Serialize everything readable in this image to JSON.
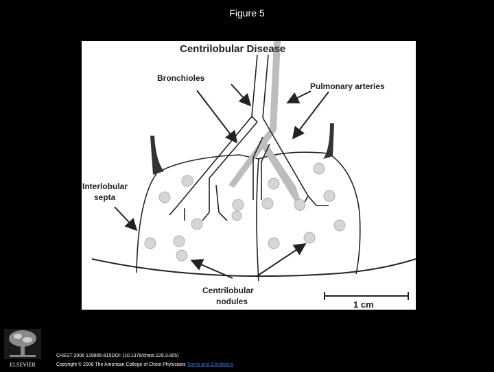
{
  "slide": {
    "title": "Figure 5"
  },
  "figure": {
    "title": "Centrilobular Disease",
    "labels": {
      "bronchioles": "Bronchioles",
      "pulmonary_arteries": "Pulmonary arteries",
      "interlobular_line1": "Interlobular",
      "interlobular_line2": "septa",
      "nodules_line1": "Centrilobular",
      "nodules_line2": "nodules",
      "scale": "1 cm"
    }
  },
  "publisher": {
    "logo_text": "ELSEVIER"
  },
  "citation": {
    "line1": "CHEST 2006 129805-815DOI: (10.1378/chest.129.3.805)",
    "line2": "Copyright © 2006 The American College of Chest Physicians",
    "link": "Terms and Conditions"
  },
  "colors": {
    "background": "#000000",
    "text": "#ffffff",
    "link": "#3f6dd8",
    "figure_background": "#ffffff",
    "drawing_lines": "#222222",
    "artery_fill": "#bdbdbd",
    "nodule_fill": "#d6d6d6"
  }
}
